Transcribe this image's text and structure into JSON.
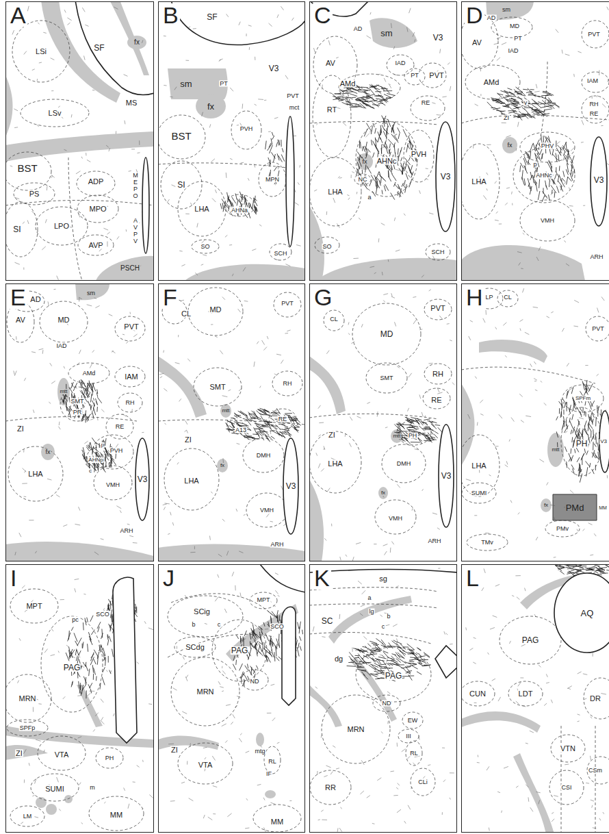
{
  "diagram": {
    "nodes": [
      {
        "text": [
          "A"
        ]
      },
      {
        "text": [
          "B"
        ]
      },
      {
        "text": [
          "C"
        ]
      },
      {
        "text": [
          "D"
        ]
      },
      {
        "text": [
          "E"
        ]
      },
      {
        "text": [
          "F"
        ]
      },
      {
        "text": [
          "G"
        ]
      },
      {
        "text": [
          "H"
        ]
      },
      {
        "text": [
          "I"
        ]
      },
      {
        "text": [
          "J"
        ]
      },
      {
        "text": [
          "K"
        ]
      },
      {
        "text": [
          "L"
        ]
      }
    ],
    "labels": [
      "SF",
      "fx",
      "LSi",
      "MS",
      "LSv",
      "BST",
      "MEPO",
      "AVPV",
      "ADP",
      "PS",
      "MPO",
      "SI",
      "LPO",
      "AVP",
      "PSCH",
      "SF",
      "V3",
      "PT",
      "PVT",
      "sm",
      "fx",
      "mct",
      "BST",
      "PVH",
      "SI",
      "LHA",
      "MPN",
      "AHNa",
      "SO",
      "SCH",
      "AD",
      "V3",
      "sm",
      "AV",
      "IAD",
      "PT",
      "PVT",
      "AMd",
      "RT",
      "RE",
      "fx",
      "PVH",
      "AHNc",
      "V3",
      "NC",
      "LHA",
      "a",
      "SO",
      "SCH",
      "AD",
      "sm",
      "MD",
      "PT",
      "PVT",
      "AV",
      "IAD",
      "AMd",
      "IAM",
      "RH",
      "v",
      "ZI",
      "RE",
      "fx",
      "PHV",
      "p",
      "AHNc",
      "V3",
      "LHA",
      "VMH",
      "ARH",
      "AD",
      "sm",
      "AV",
      "MD",
      "PVT",
      "IAD",
      "AMd",
      "IAM",
      "mtt",
      "SMT",
      "RH",
      "PR",
      "RE",
      "ZI",
      "p",
      "PVH",
      "fx",
      "AHNp",
      "c",
      "V3",
      "LHA",
      "VMH",
      "ARH",
      "CL",
      "MD",
      "PVT",
      "SMT",
      "RH",
      "mtt",
      "RE",
      "A13",
      "ZI",
      "DMH",
      "fx",
      "LHA",
      "V3",
      "VMH",
      "ARH",
      "CL",
      "PVT",
      "MD",
      "SMT",
      "RH",
      "RE",
      "ZI",
      "mtt",
      "PH",
      "LHA",
      "DMH",
      "V3",
      "fx",
      "VMH",
      "ARH",
      "LP",
      "CL",
      "PVT",
      "SPFm",
      "PH",
      "V3",
      "LHA",
      "mtt",
      "SUMI",
      "fx",
      "PMd",
      "MM",
      "PMv",
      "TMv",
      "MPT",
      "pc",
      "SCO",
      "PAG",
      "MRN",
      "SPFp",
      "ZI",
      "VTA",
      "PH",
      "SUMI",
      "m",
      "LM",
      "MM",
      "MPT",
      "SCig",
      "b",
      "c",
      "SCO",
      "SCdg",
      "PAG",
      "ND",
      "MRN",
      "ZI",
      "mtg",
      "RL",
      "VTA",
      "IF",
      "MM",
      "sg",
      "a",
      "lg",
      "b",
      "SC",
      "c",
      "dg",
      "PAG",
      "ND",
      "EW",
      "III",
      "MRN",
      "RL",
      "RR",
      "CLi",
      "AQ",
      "PAG",
      "CUN",
      "LDT",
      "DR",
      "VTN",
      "CSm",
      "CSI"
    ]
  }
}
